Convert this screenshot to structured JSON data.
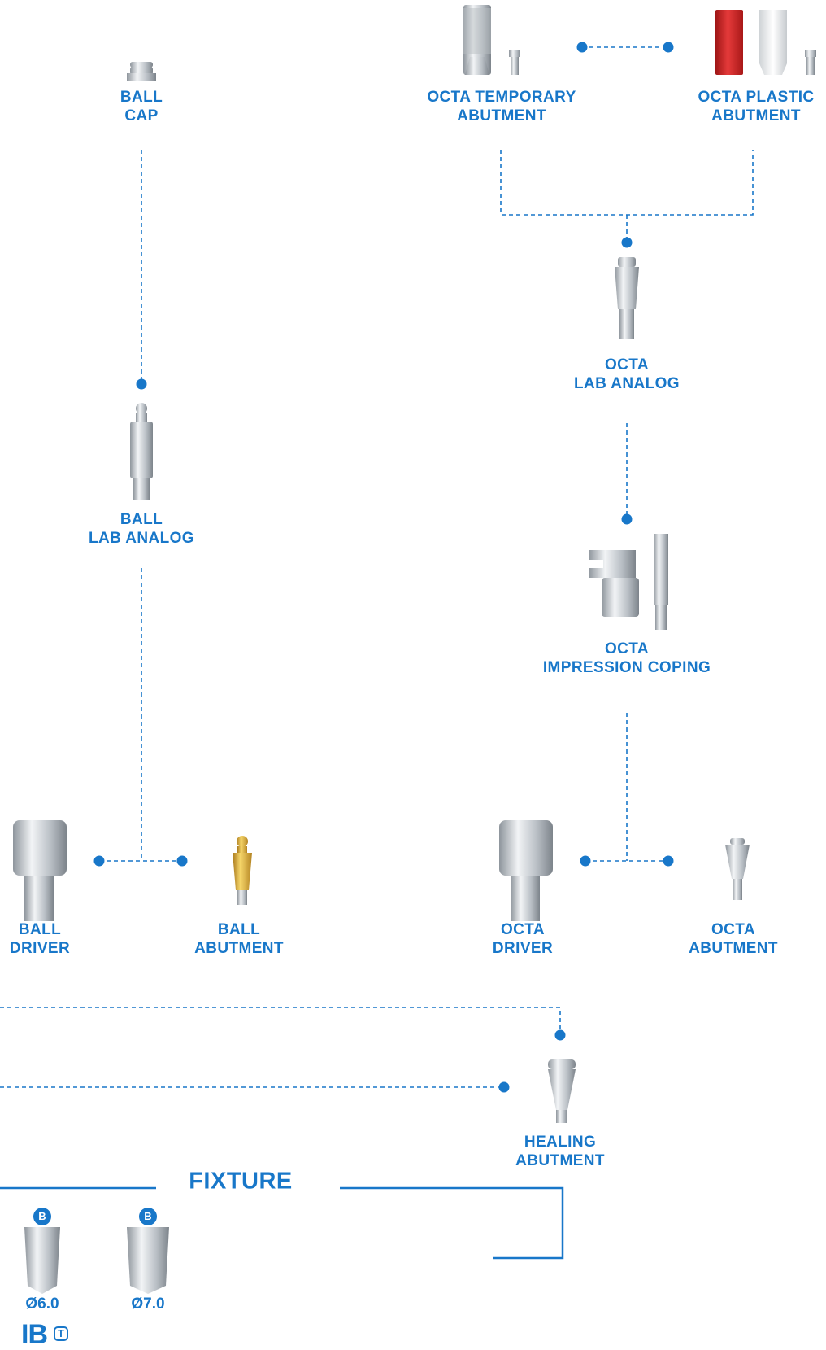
{
  "components": {
    "ball_cap": [
      "BALL",
      "CAP"
    ],
    "octa_temporary_abutment": [
      "OCTA TEMPORARY",
      "ABUTMENT"
    ],
    "octa_plastic_abutment": [
      "OCTA PLASTIC",
      "ABUTMENT"
    ],
    "ball_lab_analog": [
      "BALL",
      "LAB ANALOG"
    ],
    "octa_lab_analog": [
      "OCTA",
      "LAB ANALOG"
    ],
    "octa_impression_coping": [
      "OCTA",
      "IMPRESSION COPING"
    ],
    "ball_driver": [
      "BALL",
      "DRIVER"
    ],
    "ball_abutment": [
      "BALL",
      "ABUTMENT"
    ],
    "octa_driver": [
      "OCTA",
      "DRIVER"
    ],
    "octa_abutment": [
      "OCTA",
      "ABUTMENT"
    ],
    "healing_abutment": [
      "HEALING",
      "ABUTMENT"
    ]
  },
  "fixture": {
    "title": "FIXTURE",
    "sizes": [
      {
        "label": "Ø6.0",
        "badge": "B"
      },
      {
        "label": "Ø7.0",
        "badge": "B"
      }
    ],
    "brand": "IB",
    "brand_mark": "T"
  },
  "colors": {
    "accent": "#1877c9",
    "metal": "#c9cdd1",
    "gold": "#e0b43a",
    "red": "#d42a2a"
  }
}
